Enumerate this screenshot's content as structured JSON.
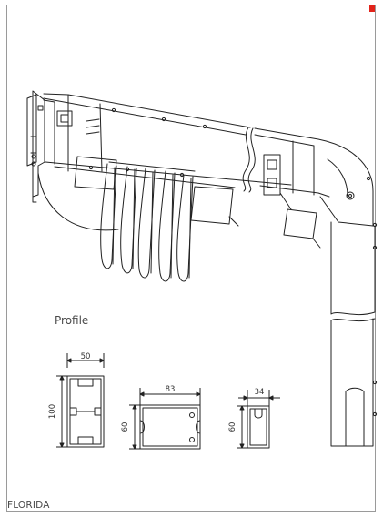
{
  "labels": {
    "profile": "Profile",
    "model": "FLORIDA"
  },
  "colors": {
    "accent": "#e2231a",
    "line": "#222222",
    "border": "#9a9a9a"
  },
  "profiles": [
    {
      "id": "p1",
      "width": "50",
      "height": "100"
    },
    {
      "id": "p2",
      "width": "83",
      "height": "60"
    },
    {
      "id": "p3",
      "width": "34",
      "height": "60"
    }
  ]
}
